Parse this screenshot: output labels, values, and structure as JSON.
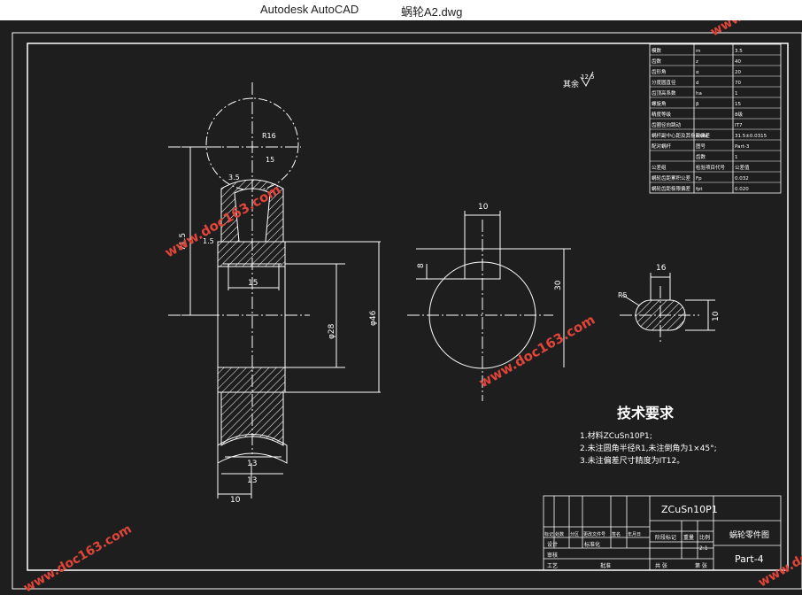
{
  "window": {
    "app_name": "Autodesk AutoCAD",
    "file_name": "蜗轮A2.dwg"
  },
  "params_table": {
    "rows": [
      [
        "模数",
        "m",
        "3.5"
      ],
      [
        "齿数",
        "z",
        "40"
      ],
      [
        "齿形角",
        "α",
        "20"
      ],
      [
        "分度圆直径",
        "d",
        "70"
      ],
      [
        "齿顶高系数",
        "ha",
        "1"
      ],
      [
        "螺旋角",
        "β",
        "15"
      ],
      [
        "精度等级",
        "",
        "8级"
      ],
      [
        "齿圈径向跳动",
        "",
        "IT7"
      ],
      [
        "蜗杆副中心距及其极限偏差",
        "a±fa",
        "31.5±0.0315"
      ],
      [
        "配对蜗杆",
        "图号",
        "Part-3"
      ],
      [
        "",
        "齿数",
        "1"
      ],
      [
        "公差组",
        "检验项目代号",
        "公差值"
      ],
      [
        "蜗轮齿距累积公差",
        "Fp",
        "0.032"
      ],
      [
        "蜗轮齿距极限偏差",
        "fpt",
        "0.020"
      ]
    ]
  },
  "roughness_note": "其余",
  "roughness_value": "12.5",
  "dims": {
    "pitch_radius": "R16",
    "small_3": "3.5",
    "angle": "15",
    "left_height": "71.5",
    "flange": "1.5",
    "hub_width": "15",
    "bore_dia": "φ28",
    "outer_dia": "φ46",
    "bottom_13a": "13",
    "bottom_13b": "13",
    "bottom_10": "10",
    "key_width": "10",
    "key_depth": "8",
    "key_height": "30",
    "slot_16": "16",
    "slot_10": "10",
    "slot_r": "R5"
  },
  "tech_req": {
    "title": "技术要求",
    "items": [
      "1.材料ZCuSn10P1;",
      "2.未注圆角半径R1,未注倒角为1×45°;",
      "3.未注偏差尺寸精度为IT12。"
    ]
  },
  "title_block": {
    "material": "ZCuSn10P1",
    "part_name": "蜗轮零件图",
    "drawing_no": "Part-4",
    "header_cells": [
      "标记",
      "处数",
      "分区",
      "更改文件号",
      "签名",
      "年月日"
    ],
    "row2": [
      "设计",
      "",
      "标准化",
      "",
      "阶段标记",
      "重量",
      "比例"
    ],
    "scale": "2:1",
    "row_audit": "审核",
    "row_craft": "工艺",
    "approve": "批准",
    "sheets": "共 张",
    "sheet_no": "第 张"
  },
  "watermark": "www.doc163.com",
  "colors": {
    "bg": "#1e1e1e",
    "line": "#ffffff",
    "watermark": "#e0453a"
  }
}
